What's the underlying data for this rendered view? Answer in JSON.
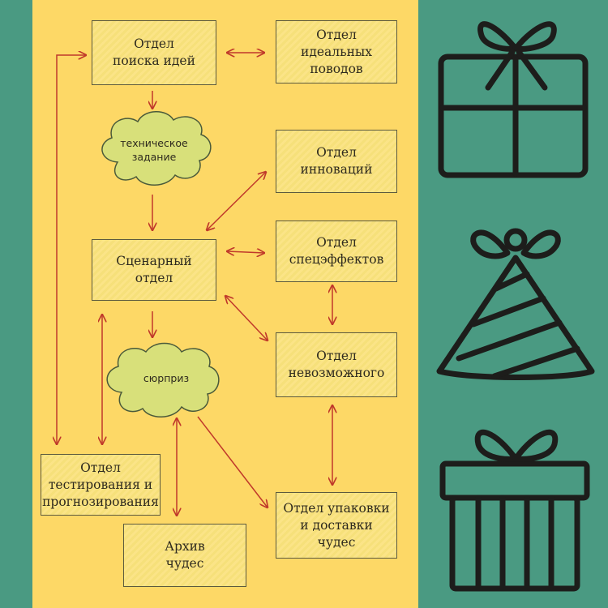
{
  "colors": {
    "left_panel": "#4a9a82",
    "diagram_background": "#fdd866",
    "icon_panel": "#4a9a82",
    "box_fill": "#f8e17c",
    "cloud_fill": "#d8e07a",
    "arrow": "#c0392b",
    "icon_stroke": "#1d1d1b"
  },
  "nodes": {
    "idea_search": "Отдел\nпоиска идей",
    "ideal_occasions": "Отдел\nидеальных\nповодов",
    "innovations": "Отдел\nинноваций",
    "screenplay": "Сценарный\nотдел",
    "special_effects": "Отдел\nспецэффектов",
    "impossible": "Отдел\nневозможного",
    "testing": "Отдел\nтестирования и\nпрогнозирования",
    "packaging": "Отдел упаковки\nи доставки\nчудес",
    "archive": "Архив\nчудес"
  },
  "clouds": {
    "tech_spec": "техническое\nзадание",
    "surprise": "сюрприз"
  },
  "icons": [
    "gift-box-icon",
    "party-hat-icon",
    "striped-gift-icon"
  ]
}
